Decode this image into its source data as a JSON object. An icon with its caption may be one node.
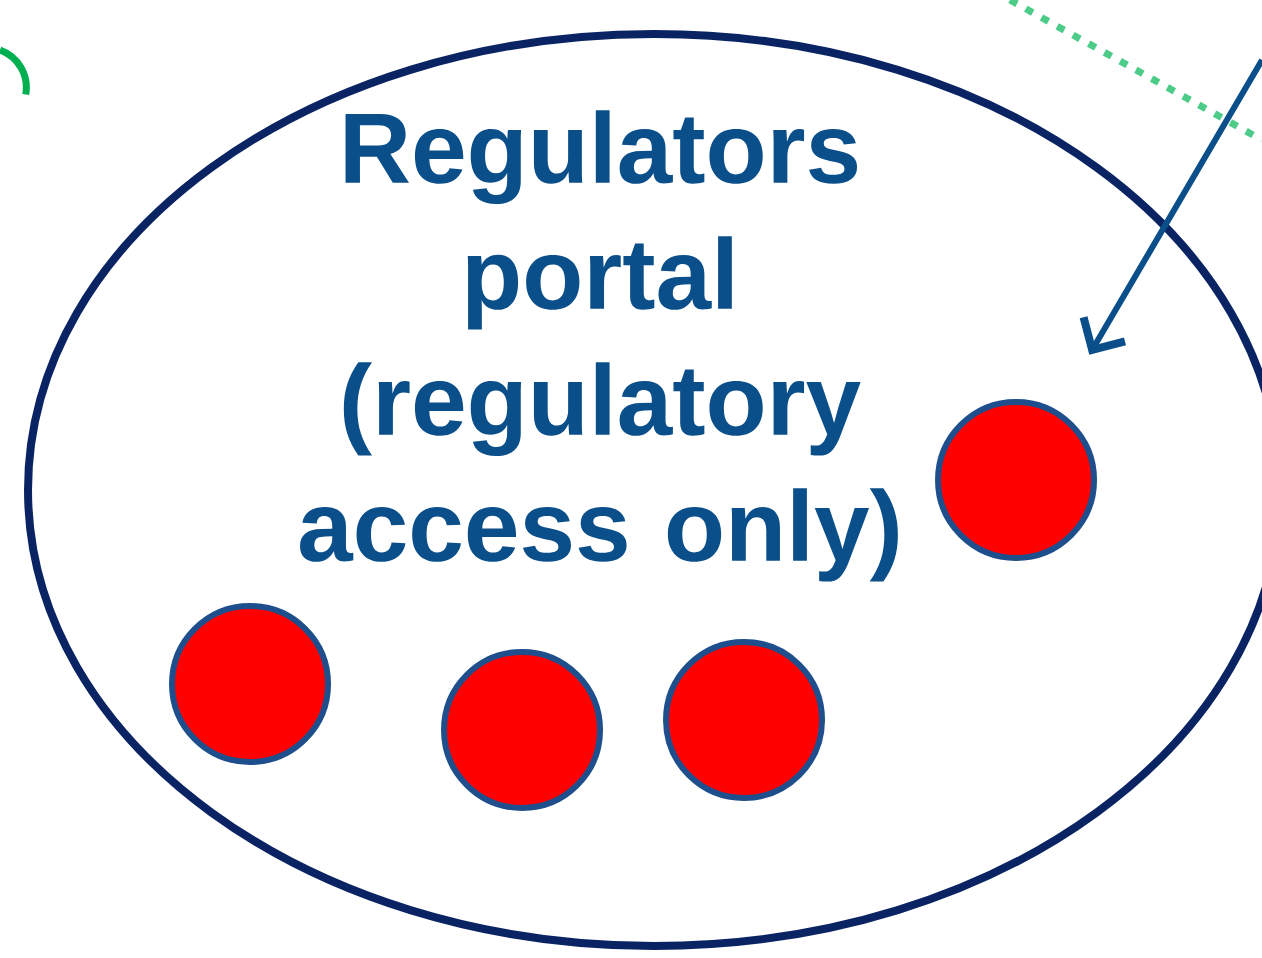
{
  "diagram": {
    "nodes": [
      {
        "text": [
          "Regulators portal (regulatory access only)"
        ]
      },
      {
        "text": [],
        "shape": "circle",
        "in": 0
      },
      {
        "text": [],
        "shape": "circle",
        "in": 0
      },
      {
        "text": [],
        "shape": "circle",
        "in": 0
      },
      {
        "text": [],
        "shape": "circle",
        "in": 0
      }
    ],
    "edges": [
      {
        "from": null,
        "to": 4,
        "arrow": "to"
      }
    ]
  }
}
